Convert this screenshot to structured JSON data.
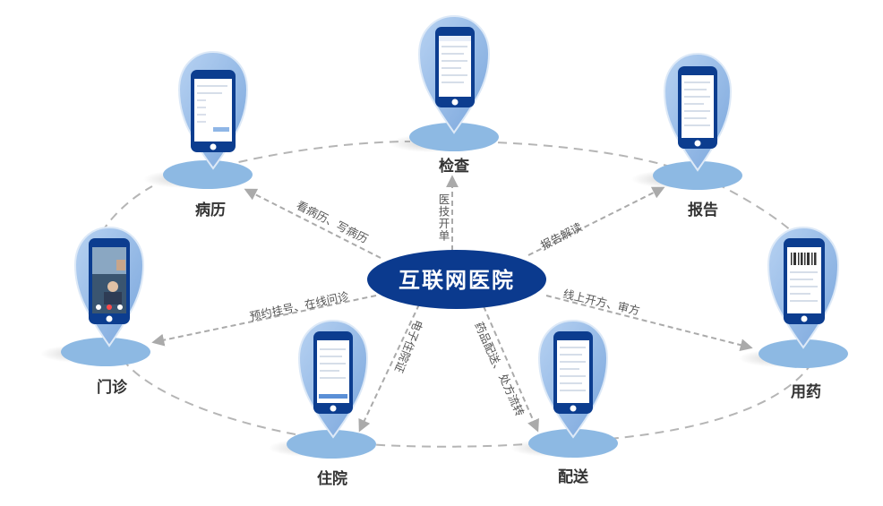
{
  "center": {
    "label": "互联网医院"
  },
  "nodes": [
    {
      "id": "jiancha",
      "label": "检查"
    },
    {
      "id": "baogao",
      "label": "报告"
    },
    {
      "id": "yongyao",
      "label": "用药"
    },
    {
      "id": "peisong",
      "label": "配送"
    },
    {
      "id": "zhuyuan",
      "label": "住院"
    },
    {
      "id": "menzhen",
      "label": "门诊"
    },
    {
      "id": "bingli",
      "label": "病历"
    }
  ],
  "edges": [
    {
      "to": "jiancha",
      "label": "医技开单"
    },
    {
      "to": "baogao",
      "label": "报告解读"
    },
    {
      "to": "yongyao",
      "label": "线上开方、审方"
    },
    {
      "to": "peisong_a",
      "label": "药品配送、"
    },
    {
      "to": "peisong_b",
      "label": "处方流转"
    },
    {
      "to": "zhuyuan",
      "label": "电子住院证"
    },
    {
      "to": "menzhen",
      "label": "预约挂号、在线问诊"
    },
    {
      "to": "bingli",
      "label": "看病历、写病历"
    }
  ],
  "colors": {
    "center": "#0b3a8e",
    "pin": "#8fb6e6",
    "base": "#8db9e3",
    "phone": "#0c3d8f",
    "ring": "#b5b5b5",
    "arrow": "#aaaaaa"
  }
}
